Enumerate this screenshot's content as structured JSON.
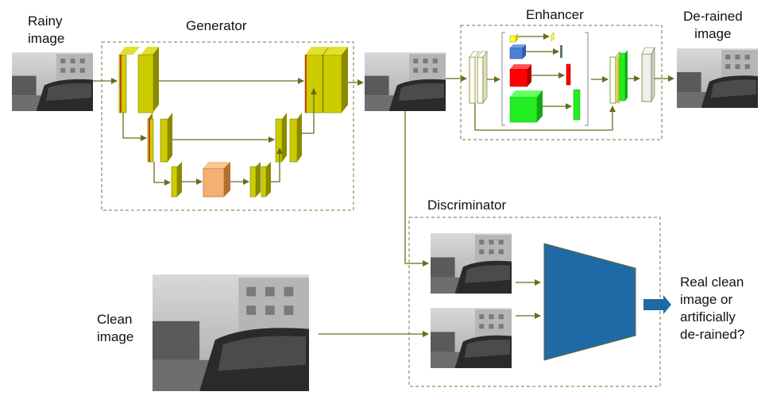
{
  "labels": {
    "rainy": "Rainy\nimage",
    "generator": "Generator",
    "enhancer": "Enhancer",
    "derained": "De-rained\nimage",
    "discriminator": "Discriminator",
    "clean": "Clean\nimage",
    "question": "Real clean\nimage or\nartificially\nde-rained?"
  },
  "colors": {
    "arrow": "#6b6b1e",
    "box_border": "#7a7a30",
    "generator_block": "#cccc00",
    "generator_side": "#8a8a00",
    "bottleneck": "#f4b070",
    "enhancer_yellow": "#ffff33",
    "enhancer_blue": "#4a7fd4",
    "enhancer_red": "#ff0000",
    "enhancer_green": "#22ee22",
    "discriminator_fill": "#1f6aa6"
  }
}
